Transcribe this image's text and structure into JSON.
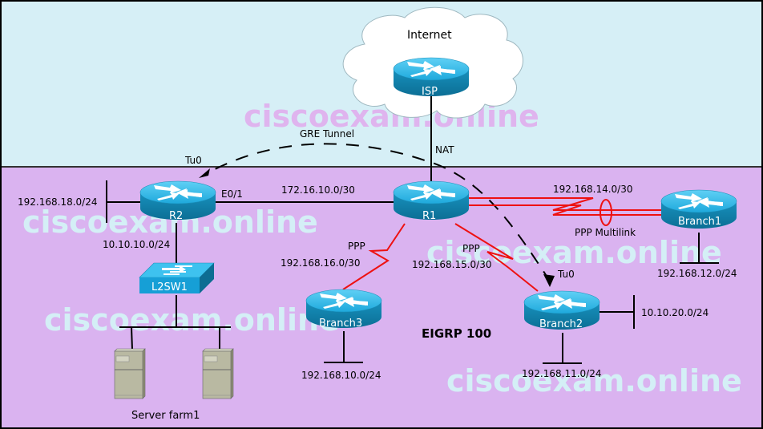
{
  "zones": {
    "internet_zone_color": "#d6eff6",
    "eigrp_zone_color": "#dab3f0"
  },
  "cloud": {
    "label": "Internet"
  },
  "routers": {
    "isp": {
      "label": "ISP"
    },
    "r1": {
      "label": "R1"
    },
    "r2": {
      "label": "R2"
    },
    "branch1": {
      "label": "Branch1"
    },
    "branch2": {
      "label": "Branch2"
    },
    "branch3": {
      "label": "Branch3"
    }
  },
  "switch": {
    "label": "L2SW1"
  },
  "server_farm": {
    "label": "Server farm1",
    "server_count": 2
  },
  "links": {
    "gre_tunnel": "GRE Tunnel",
    "nat": "NAT",
    "r2_tu0": "Tu0",
    "branch2_tu0": "Tu0",
    "r2_e01": "E0/1",
    "r1_r2_net": "172.16.10.0/30",
    "r1_branch1_net": "192.168.14.0/30",
    "ppp_multilink": "PPP Multilink",
    "r1_branch3_ppp": "PPP",
    "r1_branch3_net": "192.168.16.0/30",
    "r1_branch2_ppp": "PPP",
    "r1_branch2_net": "192.168.15.0/30"
  },
  "lans": {
    "r2_lan": "192.168.18.0/24",
    "r2_switch": "10.10.10.0/24",
    "branch1_lan": "192.168.12.0/24",
    "branch2_lan_a": "10.10.20.0/24",
    "branch2_lan_b": "192.168.11.0/24",
    "branch3_lan": "192.168.10.0/24"
  },
  "protocol_label": "EIGRP 100",
  "watermark": {
    "text": "ciscoexam.online",
    "color_top": "#dfb4ee",
    "color_bottom": "#d4eff6"
  },
  "colors": {
    "router_top": "#2bb3e3",
    "router_side": "#0f7ea6",
    "wan_red": "#ee1111"
  }
}
